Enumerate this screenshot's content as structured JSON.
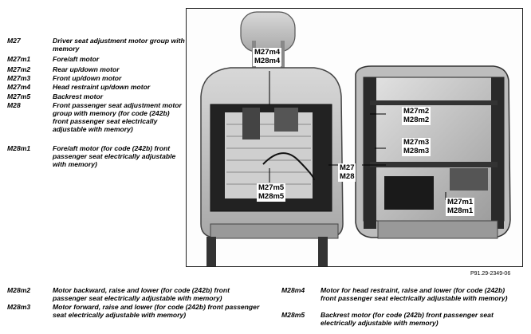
{
  "legend_top": [
    {
      "code": "M27",
      "desc": "Driver seat adjustment motor group with memory"
    },
    {
      "code": "M27m1",
      "desc": "Fore/aft motor"
    },
    {
      "code": "M27m2",
      "desc": "Rear up/down motor"
    },
    {
      "code": "M27m3",
      "desc": "Front up/down motor"
    },
    {
      "code": "M27m4",
      "desc": "Head restraint up/down motor"
    },
    {
      "code": "M27m5",
      "desc": "Backrest motor"
    },
    {
      "code": "M28",
      "desc": "Front passenger seat adjustment motor group with memory (for code (242b) front passenger seat electrically adjustable with memory)"
    },
    {
      "code": "M28m1",
      "desc": "Fore/aft motor (for code (242b) front passenger seat electrically adjustable with memory)"
    }
  ],
  "legend_bottom_left": [
    {
      "code": "M28m2",
      "desc": "Motor backward, raise and lower (for code (242b) front passenger seat electrically adjustable with memory)"
    },
    {
      "code": "M28m3",
      "desc": "Motor forward, raise and lower (for code (242b) front passenger seat electrically adjustable with memory)"
    }
  ],
  "legend_bottom_right": [
    {
      "code": "M28m4",
      "desc": "Motor for head restraint, raise and lower (for code (242b) front passenger seat electrically adjustable with memory)"
    },
    {
      "code": "M28m5",
      "desc": "Backrest motor (for code (242b) front passenger seat electrically adjustable with memory)"
    }
  ],
  "callouts": {
    "head": [
      "M27m4",
      "M28m4"
    ],
    "rear": [
      "M27m2",
      "M28m2"
    ],
    "front": [
      "M27m3",
      "M28m3"
    ],
    "group": [
      "M27",
      "M28"
    ],
    "backrest": [
      "M27m5",
      "M28m5"
    ],
    "foreaft": [
      "M27m1",
      "M28m1"
    ]
  },
  "figure_id": "P91.29-2349-06"
}
